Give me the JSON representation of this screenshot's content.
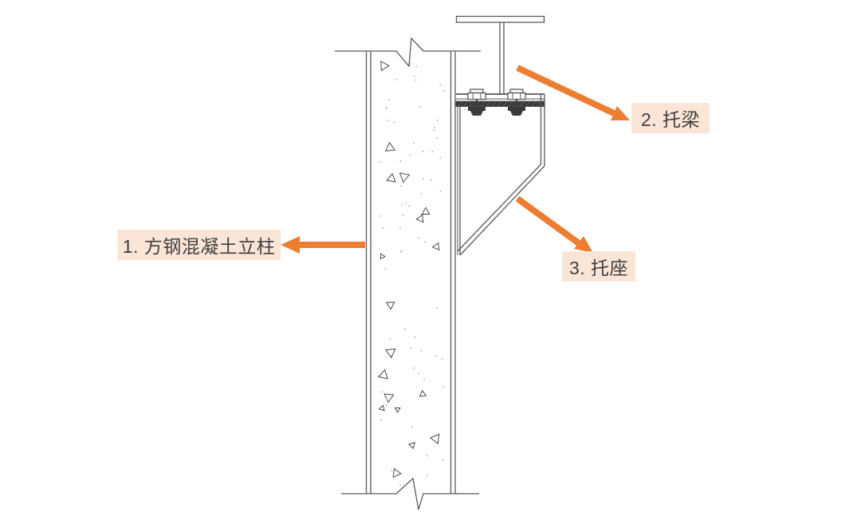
{
  "page": {
    "background": "#ffffff"
  },
  "colors": {
    "accent": "#ED7D31",
    "label_background": "#FBE5D6",
    "label_text": "#3F3F3F",
    "line": "#595959",
    "line_dark": "#3A3A3A",
    "stipple_dot": "#BDBDBD"
  },
  "diagram": {
    "type": "construction-detail-drawing",
    "parts": [
      {
        "name": "concrete-column",
        "description_visible": false
      },
      {
        "name": "joist-beam",
        "description_visible": false
      },
      {
        "name": "bracket-seat",
        "description_visible": false
      }
    ],
    "annotations": [
      {
        "number": "1",
        "label": "1. 方钢混凝土立柱",
        "points_to": "concrete-column",
        "arrow_direction": "left-toward-label"
      },
      {
        "number": "2",
        "label": "2. 托梁",
        "points_to": "joist-beam",
        "arrow_direction": "down-right-toward-label"
      },
      {
        "number": "3",
        "label": "3. 托座",
        "points_to": "bracket-seat",
        "arrow_direction": "down-right-toward-label"
      }
    ]
  }
}
